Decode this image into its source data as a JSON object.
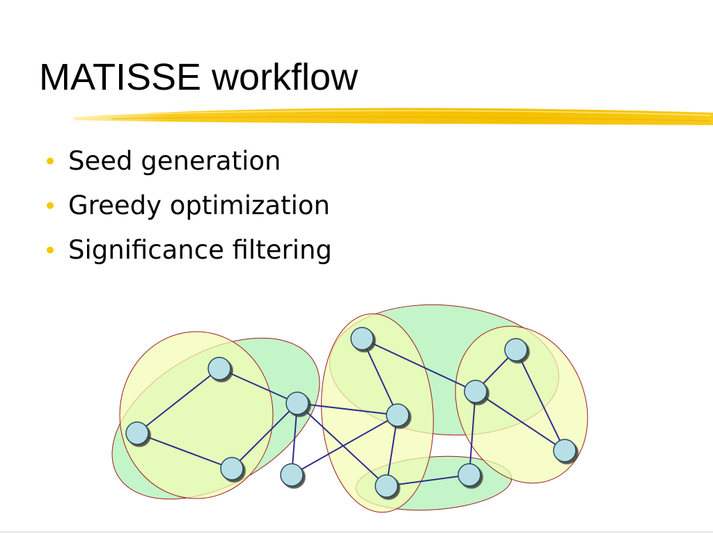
{
  "slide": {
    "title": "MATISSE workflow",
    "bullets": [
      "Seed generation",
      "Greedy optimization",
      "Significance filtering"
    ],
    "colors": {
      "accent": "#f6c800",
      "green_module": "#c4f5c8",
      "yellow_module": "#f2fcb4",
      "module_outline": "#9a1c1c",
      "node_fill": "#b8dfe6",
      "node_outline": "#2c4a58",
      "edge": "#2c2c8c"
    }
  }
}
